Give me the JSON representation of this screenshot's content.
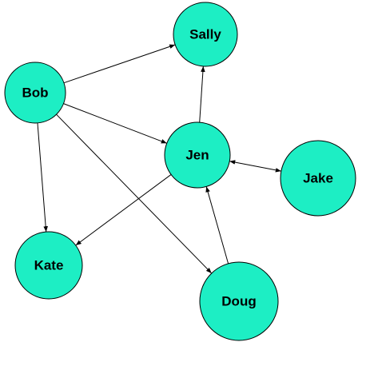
{
  "colors": {
    "node_fill": "#1DEEC4",
    "node_stroke": "#000000",
    "edge": "#000000"
  },
  "nodes": {
    "bob": "Bob",
    "sally": "Sally",
    "jen": "Jen",
    "jake": "Jake",
    "kate": "Kate",
    "doug": "Doug"
  },
  "edges": [
    {
      "from": "bob",
      "to": "sally",
      "arrow": "to"
    },
    {
      "from": "bob",
      "to": "jen",
      "arrow": "to"
    },
    {
      "from": "bob",
      "to": "kate",
      "arrow": "to"
    },
    {
      "from": "bob",
      "to": "doug",
      "arrow": "to"
    },
    {
      "from": "jen",
      "to": "sally",
      "arrow": "to"
    },
    {
      "from": "jen",
      "to": "kate",
      "arrow": "to"
    },
    {
      "from": "jen",
      "to": "jake",
      "arrow": "both"
    },
    {
      "from": "doug",
      "to": "jen",
      "arrow": "to"
    }
  ]
}
